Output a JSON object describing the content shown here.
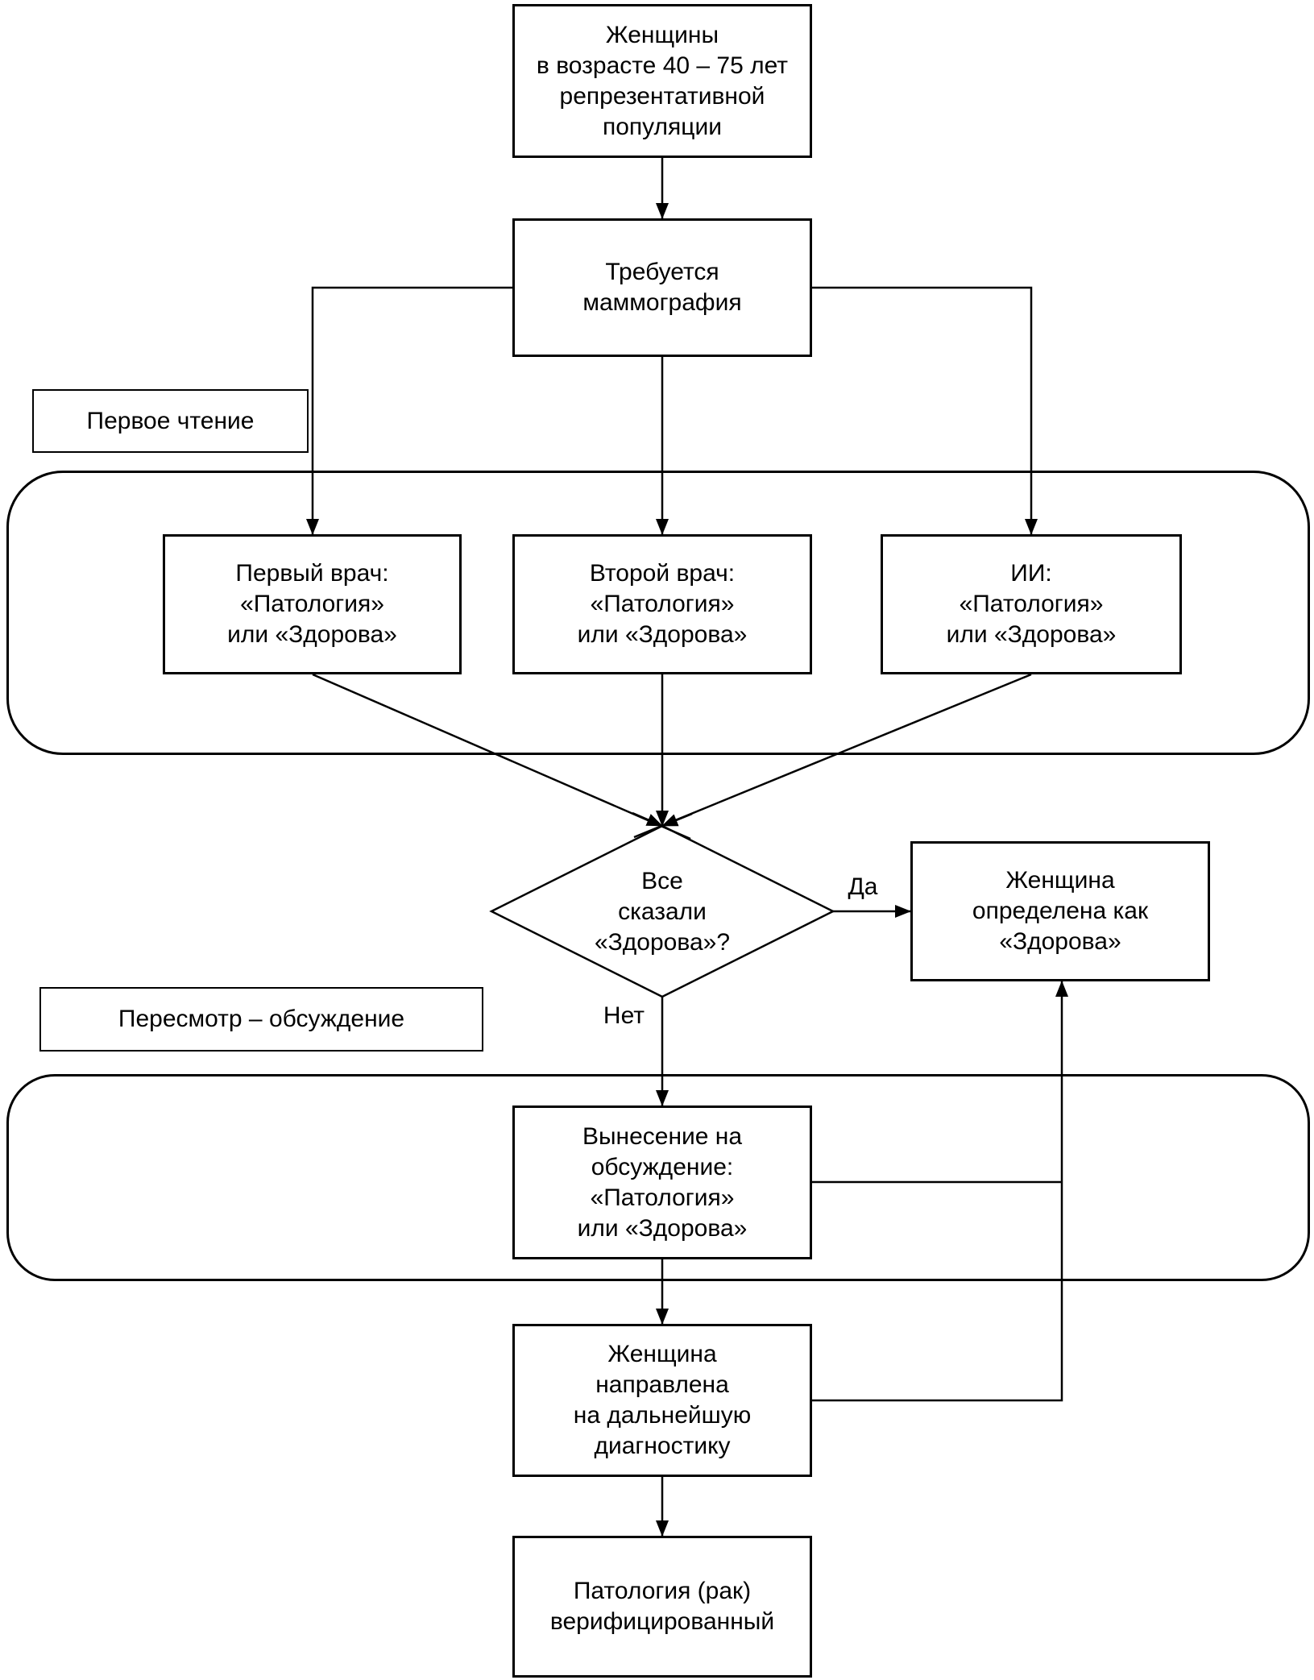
{
  "diagram": {
    "background": "#ffffff",
    "line_color": "#000000",
    "nodes": {
      "population": "Женщины\nв возрасте 40 – 75 лет\nрепрезентативной\nпопуляции",
      "mammography": "Требуется\nмаммография",
      "reader1": "Первый врач:\n«Патология»\nили «Здорова»",
      "reader2": "Второй врач:\n«Патология»\nили «Здорова»",
      "reader3": "ИИ:\n«Патология»\nили «Здорова»",
      "decision": "Все\nсказали\n«Здорова»?",
      "healthy": "Женщина\nопределена как\n«Здорова»",
      "discussion": "Вынесение на\nобсуждение:\n«Патология»\nили «Здорова»",
      "referral": "Женщина\nнаправлена\nна дальнейшую\nдиагностику",
      "verified": "Патология (рак)\nверифицированный"
    },
    "stage_labels": {
      "first_reading": "Первое чтение",
      "review_discussion": "Пересмотр – обсуждение"
    },
    "edge_labels": {
      "yes": "Да",
      "no": "Нет"
    }
  }
}
